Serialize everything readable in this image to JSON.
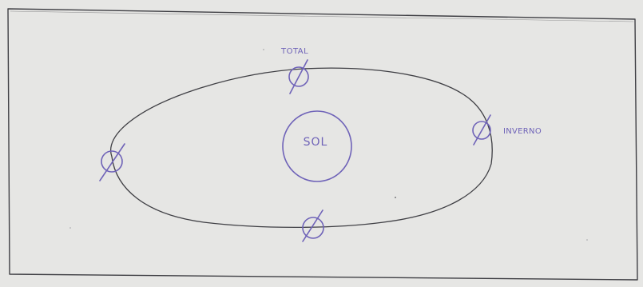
{
  "diagram": {
    "sun_label": "SOL",
    "top_label": "TOTAL",
    "right_label": "INVERNO",
    "colors": {
      "paper": "#e6e6e4",
      "pencil": "#3f3f44",
      "pen": "#6f63b8"
    }
  }
}
